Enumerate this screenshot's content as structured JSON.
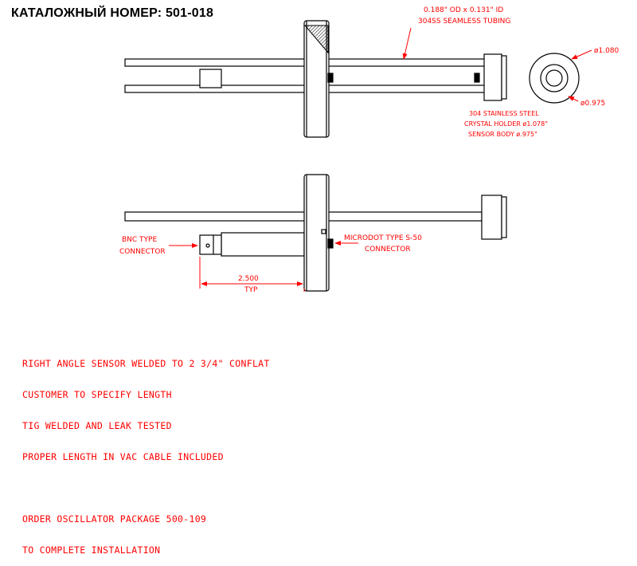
{
  "title": "КАТАЛОЖНЫЙ НОМЕР: 501-018",
  "colors": {
    "line": "#000000",
    "annotation": "#ff0000",
    "hatch": "#000000"
  },
  "labels": {
    "tubing_line1": "0.188\" OD x 0.131\" ID",
    "tubing_line2": "304SS SEAMLESS TUBING",
    "diam_outer": "ø1.080",
    "diam_inner": "ø0.975",
    "steel_line1": "304 STAINLESS STEEL",
    "steel_line2": "CRYSTAL HOLDER ø1.078\"",
    "steel_line3": "SENSOR BODY ø.975\"",
    "bnc_line1": "BNC TYPE",
    "bnc_line2": "CONNECTOR",
    "microdot_line1": "MICRODOT TYPE S-50",
    "microdot_line2": "CONNECTOR",
    "dim_value": "2.500",
    "dim_typ": "TYP"
  },
  "notes": {
    "line1": "RIGHT ANGLE SENSOR WELDED TO 2 3/4\" CONFLAT",
    "line2": "CUSTOMER TO SPECIFY LENGTH",
    "line3": "TIG WELDED AND LEAK TESTED",
    "line4": "PROPER LENGTH IN VAC CABLE INCLUDED",
    "line5": "ORDER OSCILLATOR PACKAGE 500-109",
    "line6": "TO COMPLETE INSTALLATION"
  }
}
